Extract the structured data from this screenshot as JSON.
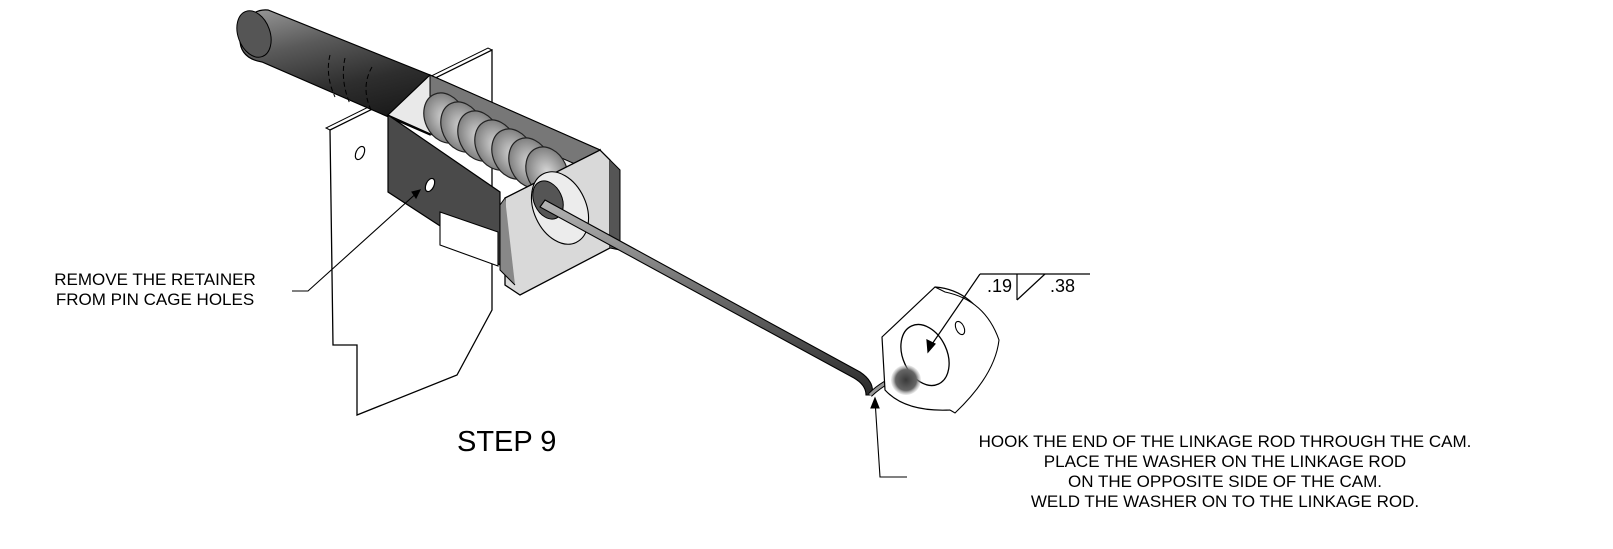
{
  "step_label": "STEP 9",
  "callouts": {
    "retainer": [
      "REMOVE THE RETAINER",
      "FROM PIN CAGE HOLES"
    ],
    "linkage": [
      "HOOK THE END OF THE LINKAGE ROD THROUGH THE CAM.",
      "PLACE THE WASHER ON THE LINKAGE ROD",
      "ON THE OPPOSITE SIDE OF THE CAM.",
      "WELD THE WASHER ON TO THE LINKAGE ROD."
    ]
  },
  "weld_symbol": {
    "size": ".19",
    "length": ".38"
  },
  "colors": {
    "line": "#000000",
    "metal_dark": "#3a3a3a",
    "metal_mid": "#7a7a7a",
    "metal_light": "#cfcfcf"
  }
}
